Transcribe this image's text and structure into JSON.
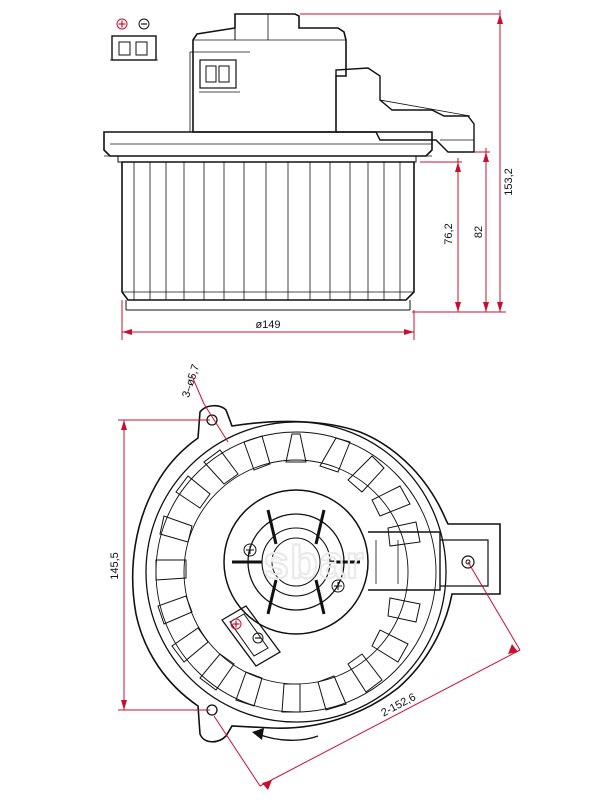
{
  "drawing": {
    "dimensions": {
      "overall_height": "153,2",
      "housing_height": "82",
      "wheel_height": "76,2",
      "wheel_diameter": "ø149",
      "mount_span": "145,5",
      "mount_holes": "3–ø5,7",
      "bolt_circle": "2-152,6"
    },
    "watermark": "sbar",
    "colors": {
      "line": "#111111",
      "dimension": "#c8102e",
      "polarity_plus": "#c8102e"
    },
    "connector": {
      "plus_icon": "plus-circle-icon",
      "minus_icon": "minus-circle-icon"
    }
  }
}
